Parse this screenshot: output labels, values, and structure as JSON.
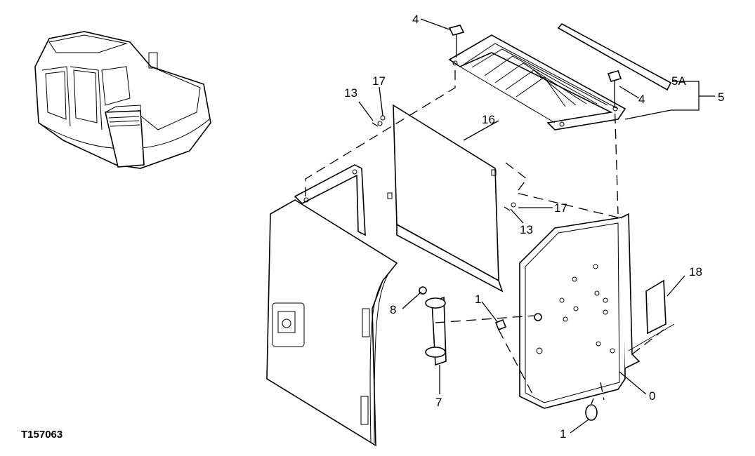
{
  "figure_id": "T157063",
  "callouts": {
    "c4_top": "4",
    "c4_right": "4",
    "c5a": "5A",
    "c5": "5",
    "c13_left": "13",
    "c17_left": "17",
    "c16": "16",
    "c17_right": "17",
    "c13_right": "13",
    "c18": "18",
    "c8": "8",
    "c1_mid": "1",
    "c7": "7",
    "c0": "0",
    "c1_bottom": "1"
  }
}
